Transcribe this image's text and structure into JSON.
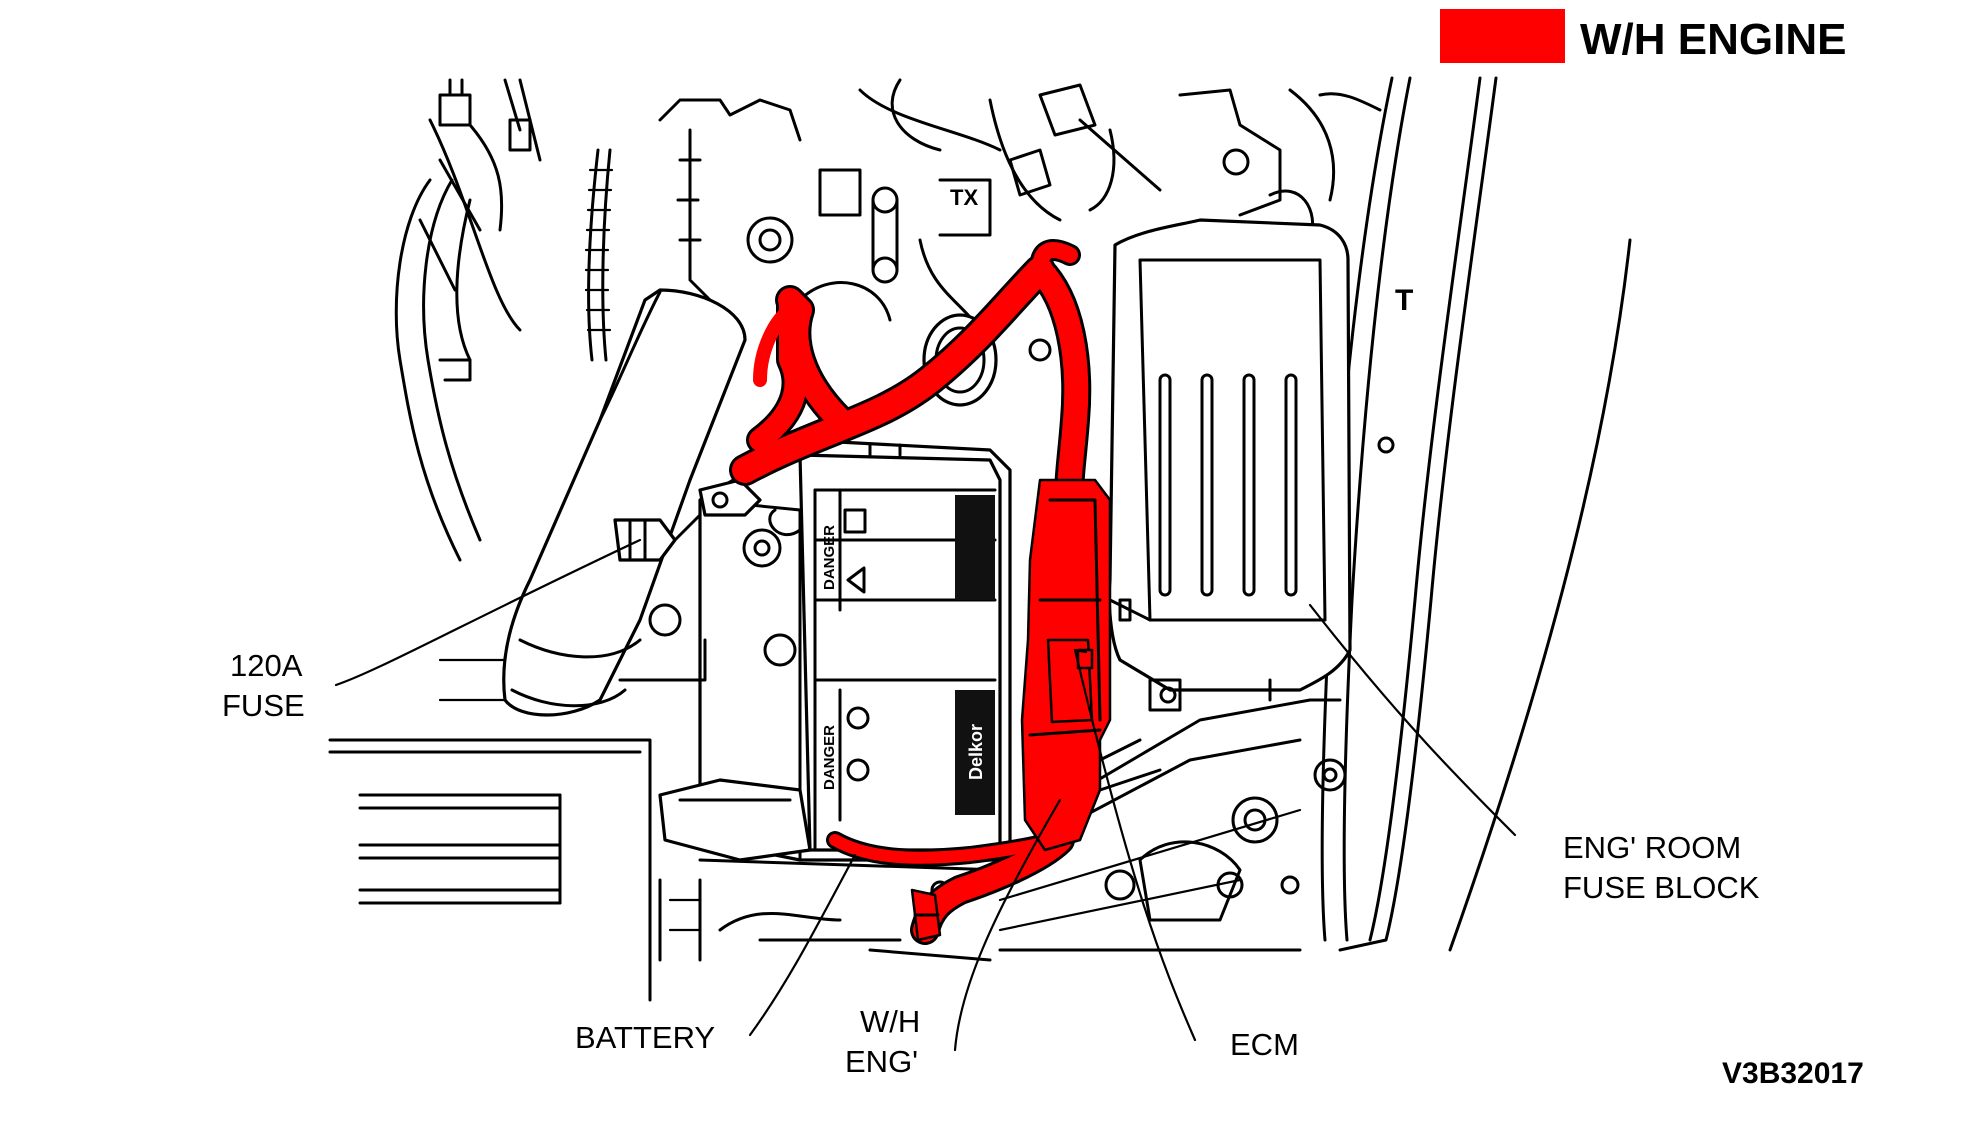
{
  "legend": {
    "label": "W/H ENGINE",
    "color": "#ff0000"
  },
  "callouts": {
    "fuse_120a_line1": "120A",
    "fuse_120a_line2": "FUSE",
    "battery": "BATTERY",
    "wh_eng_line1": "W/H",
    "wh_eng_line2": "ENG'",
    "ecm": "ECM",
    "fuse_block_line1": "ENG' ROOM",
    "fuse_block_line2": "FUSE BLOCK"
  },
  "part_markings": {
    "tx": "TX",
    "t": "T",
    "danger_1": "DANGER",
    "danger_2": "DANGER",
    "battery_brand": "Delkor"
  },
  "figure_id": "V3B32017",
  "colors": {
    "harness": "#ff0000",
    "line": "#000000",
    "background": "#ffffff"
  }
}
